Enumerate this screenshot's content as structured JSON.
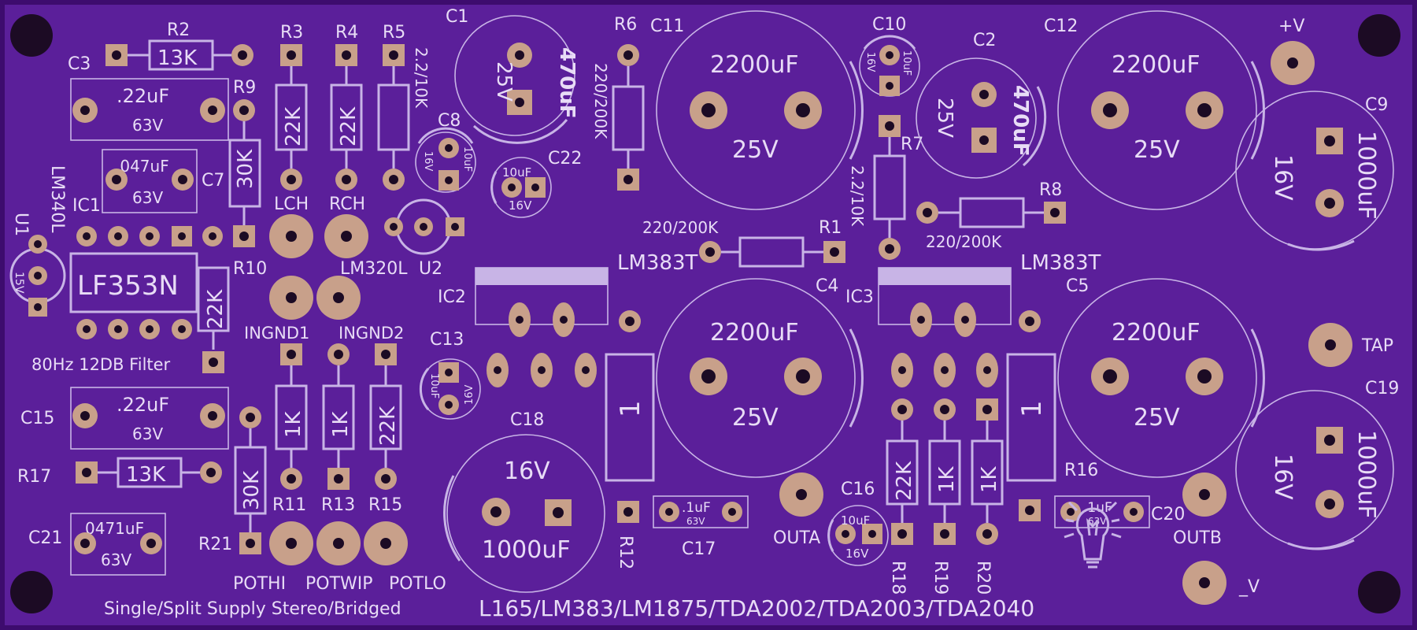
{
  "board": {
    "colors": {
      "board": "#5b1f9a",
      "edge": "#3d0c6e",
      "silk": "#c8b4e6",
      "pad": "#c8a08a",
      "hole": "#1c0b24"
    },
    "bottom_text": "L165/LM383/LM1875/TDA2002/TDA2003/TDA2040",
    "subtitle": "Single/Split Supply Stereo/Bridged",
    "filter_note": "80Hz 12DB Filter",
    "ic_labels": {
      "ic1": "IC1",
      "ic2": "IC2",
      "ic3": "IC3",
      "u1": "U1",
      "u2": "U2",
      "lm340l": "LM340L",
      "lf353": "LF353N",
      "lm320l": "LM320L",
      "lm383_a": "LM383T",
      "lm383_b": "LM383T",
      "u1_val": "15V"
    },
    "resistors": {
      "r1": "R1",
      "r2": "R2",
      "r2_val": "13K",
      "r3": "R3",
      "r3_val": "22K",
      "r4": "R4",
      "r4_val": "22K",
      "r5": "R5",
      "r5_val": "2.2/10K",
      "r6": "R6",
      "r6_val": "220/200K",
      "r7": "R7",
      "r7_val": "2.2/10K",
      "r8": "R8",
      "r8_val": "220/200K",
      "r1_val": "220/200K",
      "r9": "R9",
      "r9_val": "30K",
      "r10": "R10",
      "r10_val": "22K",
      "r11": "R11",
      "r11_val": "1K",
      "r13": "R13",
      "r13_val": "1K",
      "r15": "R15",
      "r15_val": "22K",
      "r12": "R12",
      "r12_val": "1",
      "r16": "R16",
      "r16_val": "1",
      "r17": "R17",
      "r17_val": "13K",
      "r18": "R18",
      "r18_val": "22K",
      "r19": "R19",
      "r19_val": "1K",
      "r20": "R20",
      "r20_val": "1K",
      "r21": "R21",
      "r21_val": "30K"
    },
    "capacitors": {
      "c1": "C1",
      "c1_val": "470uF",
      "c1_volt": "25V",
      "c2": "C2",
      "c2_val": "470uF",
      "c2_volt": "25V",
      "c3": "C3",
      "c3_val": ".22uF",
      "c3_volt": "63V",
      "c7": "C7",
      "c7_val": ".047uF",
      "c7_volt": "63V",
      "c8": "C8",
      "c8_val": "10uF",
      "c8_volt": "16V",
      "c22": "C22",
      "c22_val": "10uF",
      "c22_volt": "16V",
      "c10": "C10",
      "c10_val": "10uF",
      "c10_volt": "16V",
      "c11": "C11",
      "c11_val": "2200uF",
      "c11_volt": "25V",
      "c12": "C12",
      "c12_val": "2200uF",
      "c12_volt": "25V",
      "c4": "C4",
      "c4_val": "2200uF",
      "c4_volt": "25V",
      "c5": "C5",
      "c5_val": "2200uF",
      "c5_volt": "25V",
      "c9": "C9",
      "c9_val": "1000uF",
      "c9_volt": "16V",
      "c19": "C19",
      "c19_val": "1000uF",
      "c19_volt": "16V",
      "c13": "C13",
      "c13_val": "10uF",
      "c13_volt": "16V",
      "c15": "C15",
      "c15_val": ".22uF",
      "c15_volt": "63V",
      "c18": "C18",
      "c18_val": "1000uF",
      "c18_volt": "16V",
      "c16": "C16",
      "c16_val": "10uF",
      "c16_volt": "16V",
      "c17": "C17",
      "c17_val": ".1uF",
      "c17_volt": "63V",
      "c20": "C20",
      "c20_val": ".1uF",
      "c20_volt": "63V",
      "c21": "C21",
      "c21_val": "0471uF",
      "c21_volt": "63V"
    },
    "connectors": {
      "lch": "LCH",
      "rch": "RCH",
      "ingnd1": "INGND1",
      "ingnd2": "INGND2",
      "pothi": "POTHI",
      "potwip": "POTWIP",
      "potlo": "POTLO",
      "outa": "OUTA",
      "outb": "OUTB",
      "vplus": "+V",
      "vminus": "_V",
      "tap": "TAP"
    }
  }
}
